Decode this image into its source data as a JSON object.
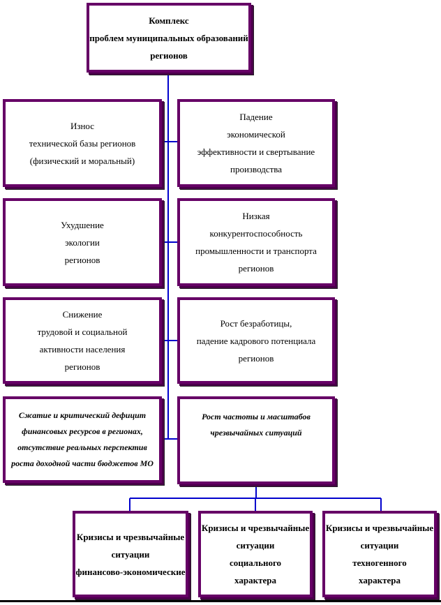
{
  "colors": {
    "box_border": "#660066",
    "connector": "#0000cc",
    "rule": "#000000"
  },
  "root": {
    "lines": [
      "Комплекс",
      "проблем муниципальных образований",
      "регионов"
    ]
  },
  "left_boxes": [
    {
      "lines": [
        "Износ",
        "технической базы регионов",
        "(физический и моральный)"
      ]
    },
    {
      "lines": [
        "Ухудшение",
        "экологии",
        "регионов"
      ]
    },
    {
      "lines": [
        "Снижение",
        "трудовой и социальной",
        "активности населения",
        "регионов"
      ]
    },
    {
      "lines": [
        "Сжатие и критический дефицит",
        "финансовых ресурсов в регионах,",
        "отсутствие реальных перспектив",
        "роста доходной части бюджетов МО"
      ]
    }
  ],
  "right_boxes": [
    {
      "lines": [
        "Падение",
        "экономической",
        "эффективности и свертывание",
        "производства"
      ]
    },
    {
      "lines": [
        "Низкая",
        "конкурентоспособность",
        "промышленности и транспорта",
        "регионов"
      ]
    },
    {
      "lines": [
        "Рост безработицы,",
        "падение кадрового потенциала",
        "регионов"
      ]
    },
    {
      "lines": [
        "Рост частоты и масштабов",
        "чрезвычайных ситуаций"
      ]
    }
  ],
  "crisis_boxes": [
    {
      "lines": [
        "Кризисы и чрезвычайные",
        "ситуации",
        "финансово-экономические"
      ]
    },
    {
      "lines": [
        "Кризисы и чрезвычайные",
        "ситуации",
        "социального",
        "характера"
      ]
    },
    {
      "lines": [
        "Кризисы и чрезвычайные",
        "ситуации",
        "техногенного",
        "характера"
      ]
    }
  ]
}
